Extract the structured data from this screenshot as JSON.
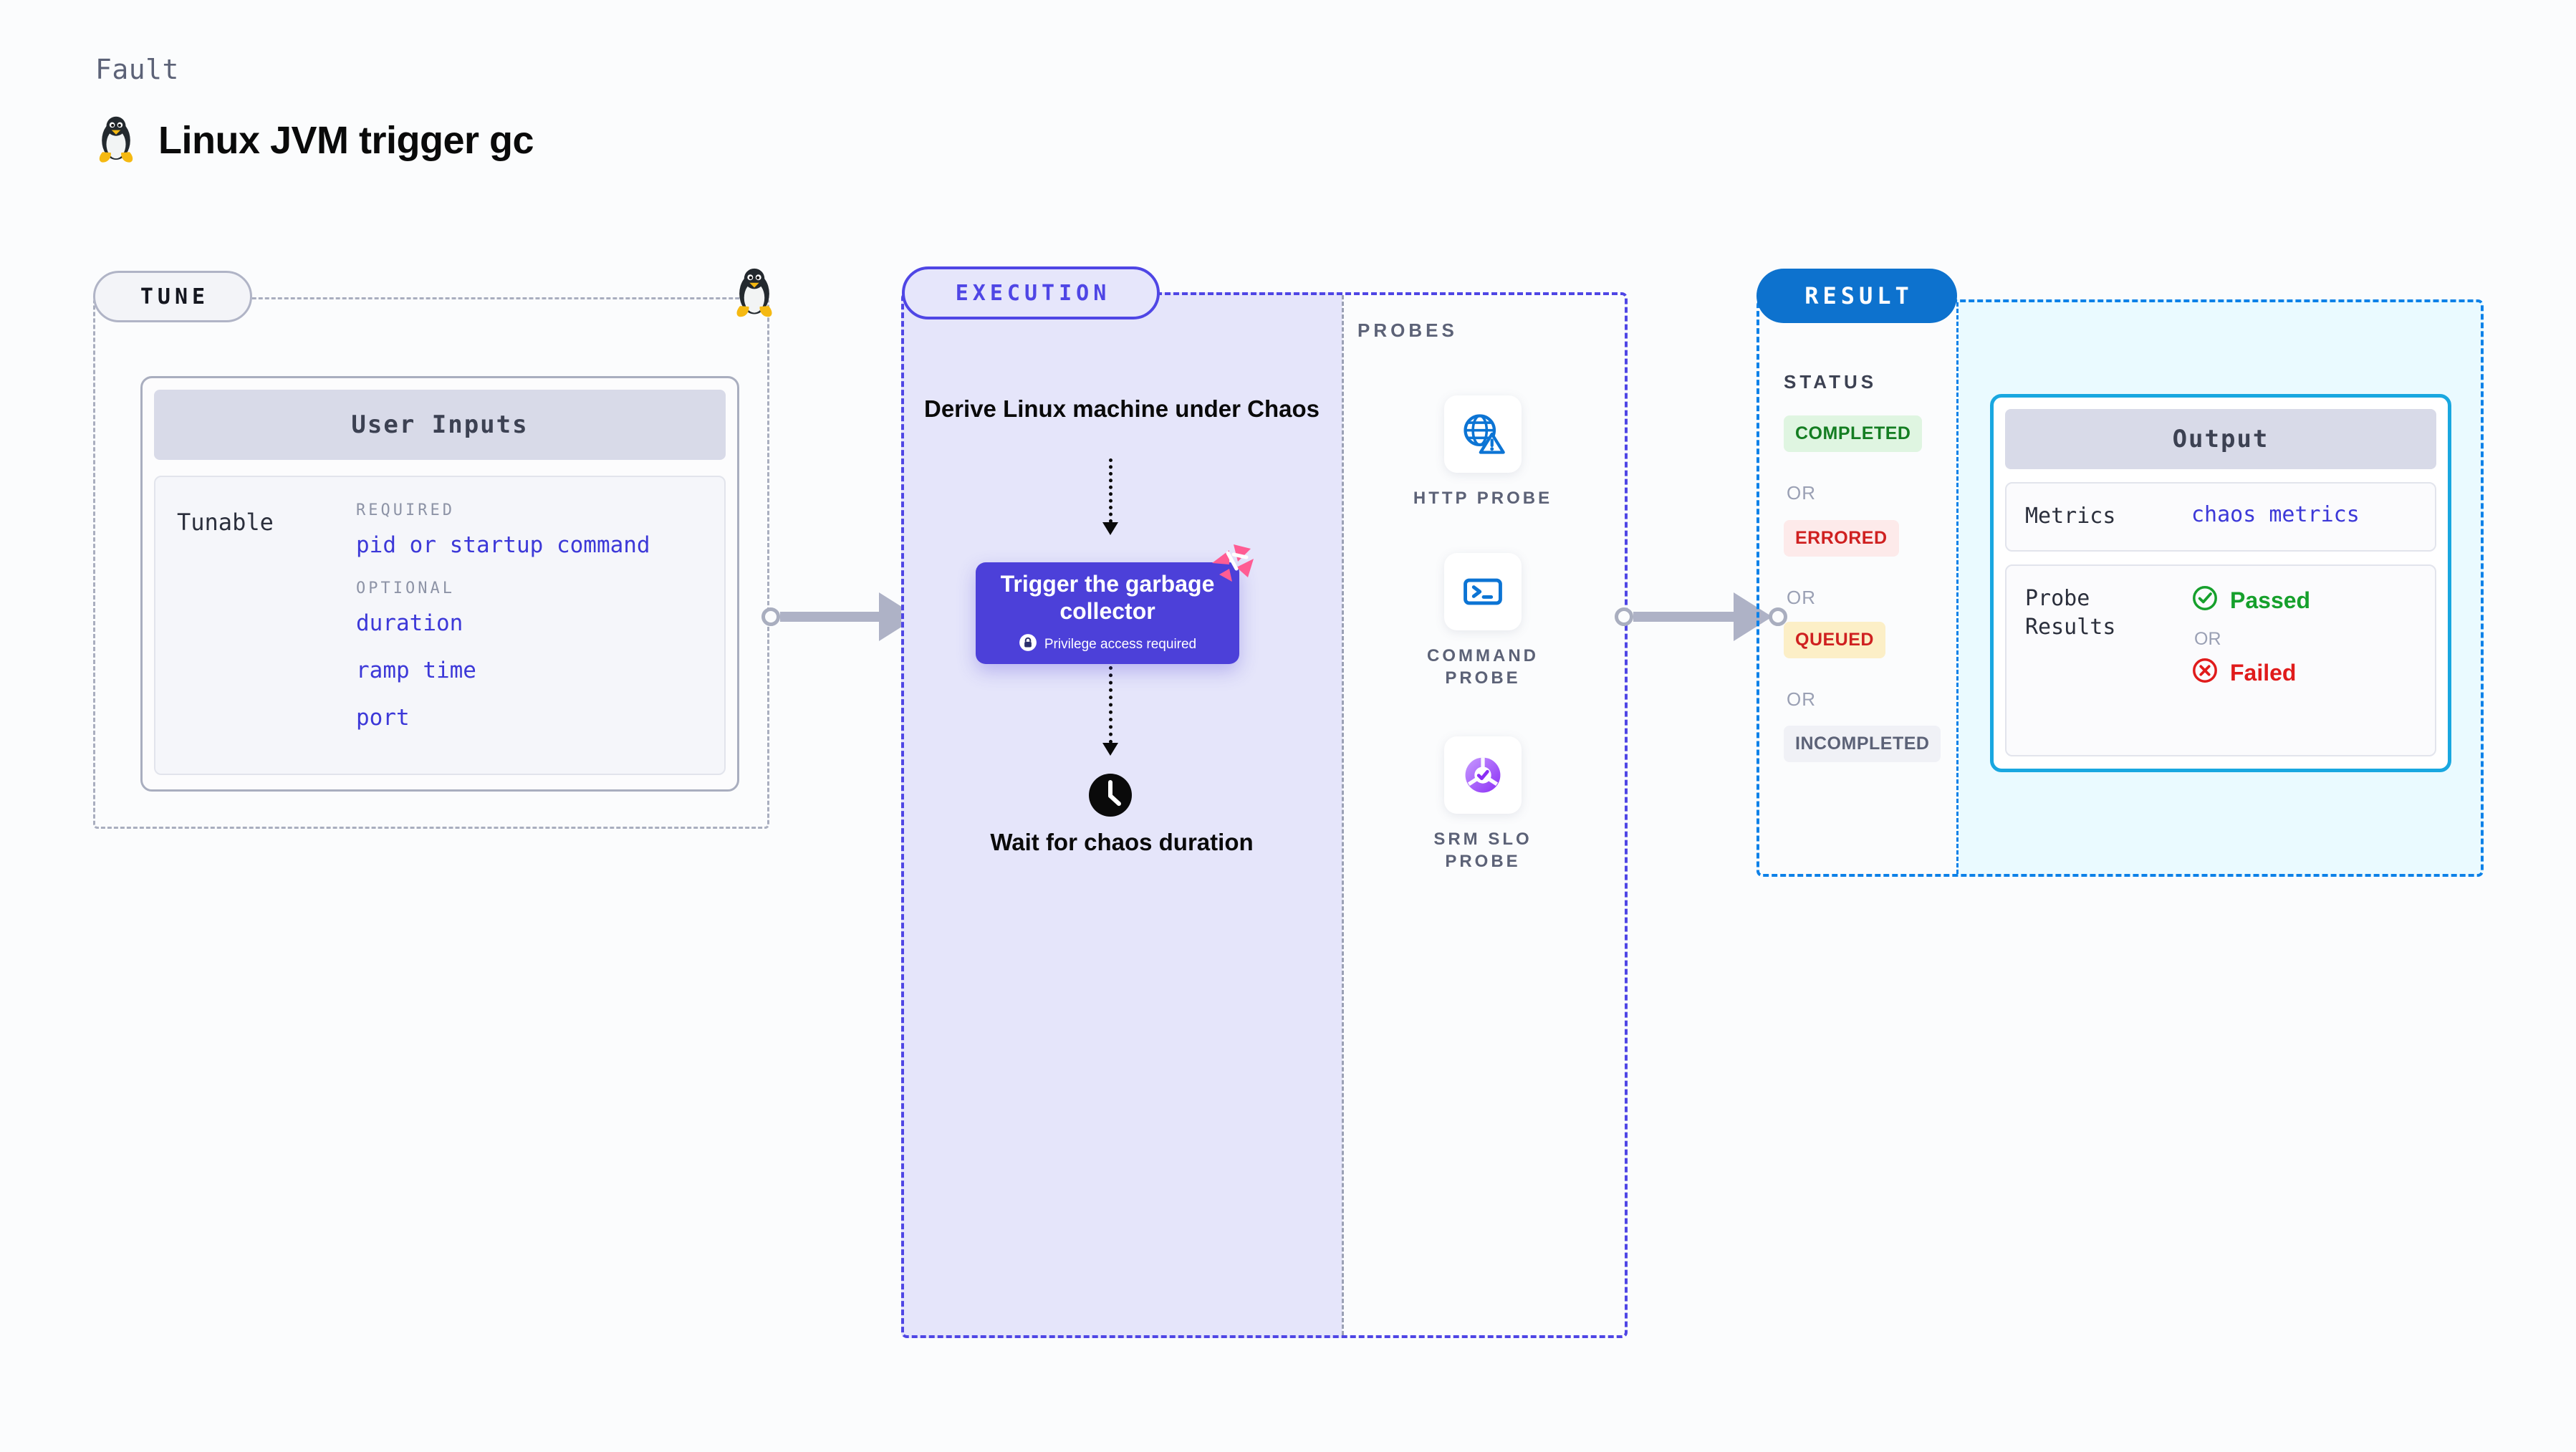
{
  "header": {
    "kicker": "Fault",
    "title": "Linux JVM trigger gc",
    "icon": "linux-penguin-icon"
  },
  "tune": {
    "badge": "TUNE",
    "corner_icon": "linux-penguin-icon",
    "card": {
      "header": "User Inputs",
      "row_label": "Tunable",
      "groups": [
        {
          "caption": "REQUIRED",
          "fields": [
            "pid or startup command"
          ]
        },
        {
          "caption": "OPTIONAL",
          "fields": [
            "duration",
            "ramp time",
            "port"
          ]
        }
      ]
    }
  },
  "execution": {
    "badge": "EXECUTION",
    "step1": "Derive Linux machine under Chaos",
    "action": {
      "title": "Trigger the garbage collector",
      "privilege_note": "Privilege access required",
      "privilege_icon": "lock-icon",
      "corner_icon": "chaos-pinwheel-icon"
    },
    "step2": "Wait for chaos duration",
    "step2_icon": "clock-icon"
  },
  "probes": {
    "label": "PROBES",
    "items": [
      {
        "caption": "HTTP PROBE",
        "icon": "globe-warning-icon"
      },
      {
        "caption": "COMMAND PROBE",
        "icon": "terminal-prompt-icon"
      },
      {
        "caption": "SRM SLO PROBE",
        "icon": "slo-check-icon"
      }
    ]
  },
  "result": {
    "badge": "RESULT",
    "status_label": "STATUS",
    "or_text": "OR",
    "statuses": [
      {
        "label": "COMPLETED",
        "bg": "#dff5e1",
        "color": "#147d22"
      },
      {
        "label": "ERRORED",
        "bg": "#fdeaea",
        "color": "#cf2020"
      },
      {
        "label": "QUEUED",
        "bg": "#fcefc7",
        "color": "#cf2020"
      },
      {
        "label": "INCOMPLETED",
        "bg": "#f0f1f6",
        "color": "#5c6277"
      }
    ],
    "output": {
      "header": "Output",
      "metrics_key": "Metrics",
      "metrics_value": "chaos metrics",
      "probe_results_key": "Probe Results",
      "passed_label": "Passed",
      "passed_icon": "check-circle-icon",
      "or_text": "OR",
      "failed_label": "Failed",
      "failed_icon": "x-circle-icon"
    }
  },
  "colors": {
    "accent_indigo": "#4f46e5",
    "accent_blue": "#0d72ce",
    "accent_cyan": "#19a7e0",
    "pink": "#ff5c93",
    "success": "#16a02c",
    "danger": "#e01b1b"
  }
}
